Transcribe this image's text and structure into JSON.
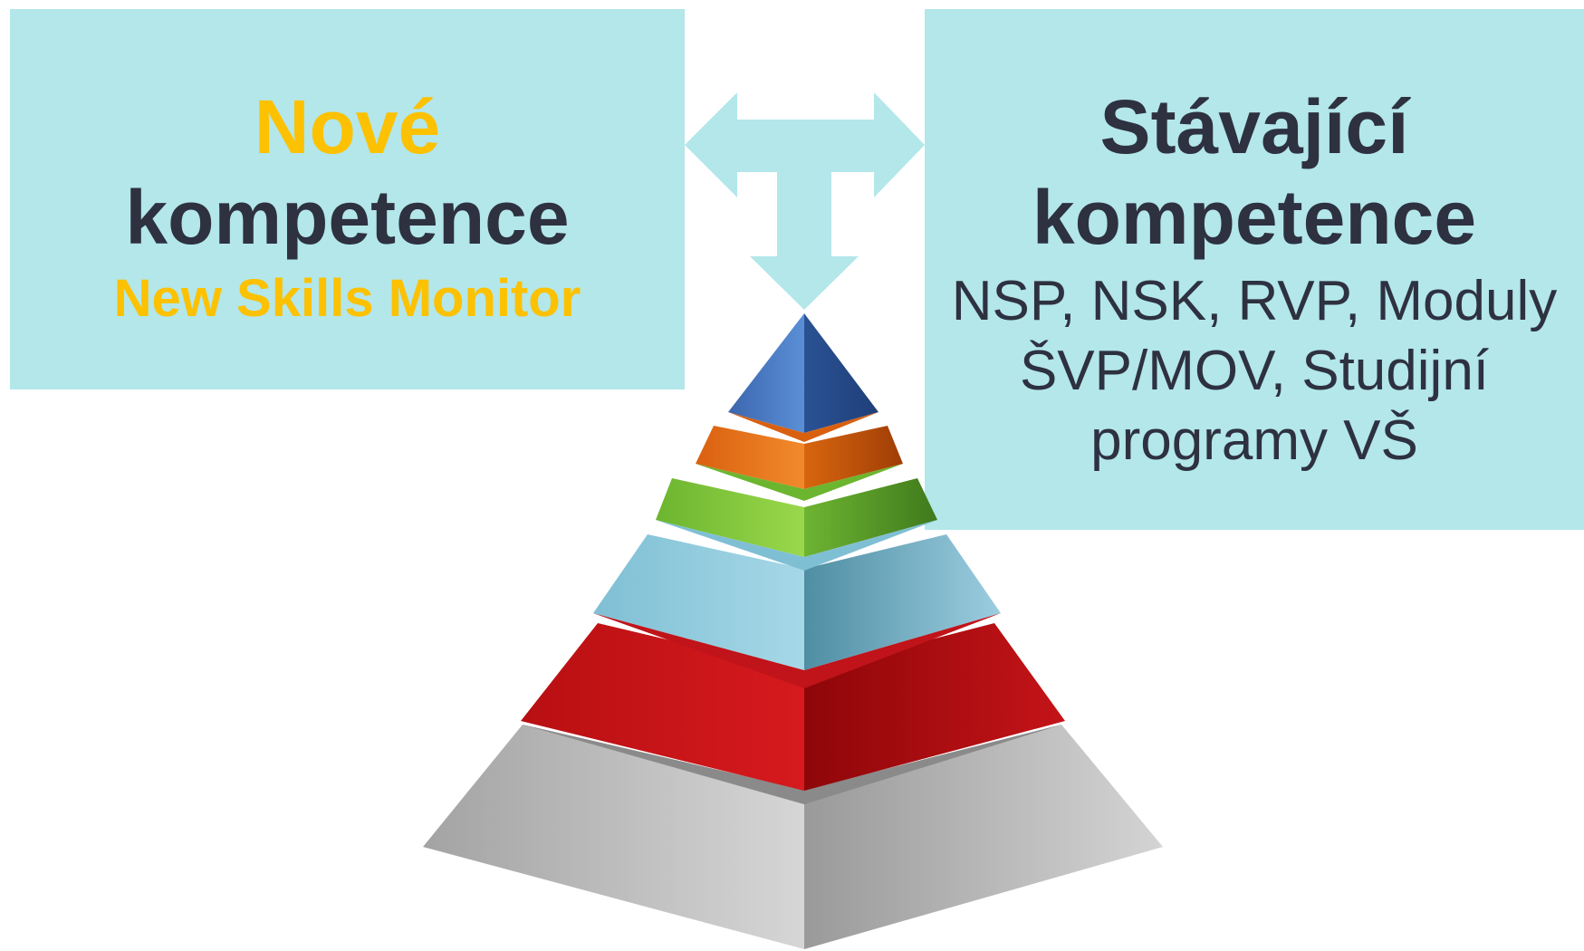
{
  "left_box": {
    "title_line1": "Nové",
    "title_line2": "kompetence",
    "subtitle": "New Skills Monitor"
  },
  "right_box": {
    "title_line1": "Stávající",
    "title_line2": "kompetence",
    "lines": [
      "NSP, NSK, RVP, Moduly",
      "ŠVP/MOV, Studijní",
      "programy VŠ"
    ]
  },
  "colors": {
    "box_background": "#b3e7ea",
    "accent_text": "#fcc100",
    "dark_text": "#2e3140",
    "arrow": "#b3e7ea",
    "pyramid_levels_top_to_bottom": [
      "#3f6fba",
      "#e8731b",
      "#7cc83c",
      "#8ecfdf",
      "#c8141a",
      "#c4c4c4"
    ]
  },
  "icons": {
    "connector": "t-shaped-three-way-arrow",
    "pyramid": "six-level-3d-pyramid"
  }
}
